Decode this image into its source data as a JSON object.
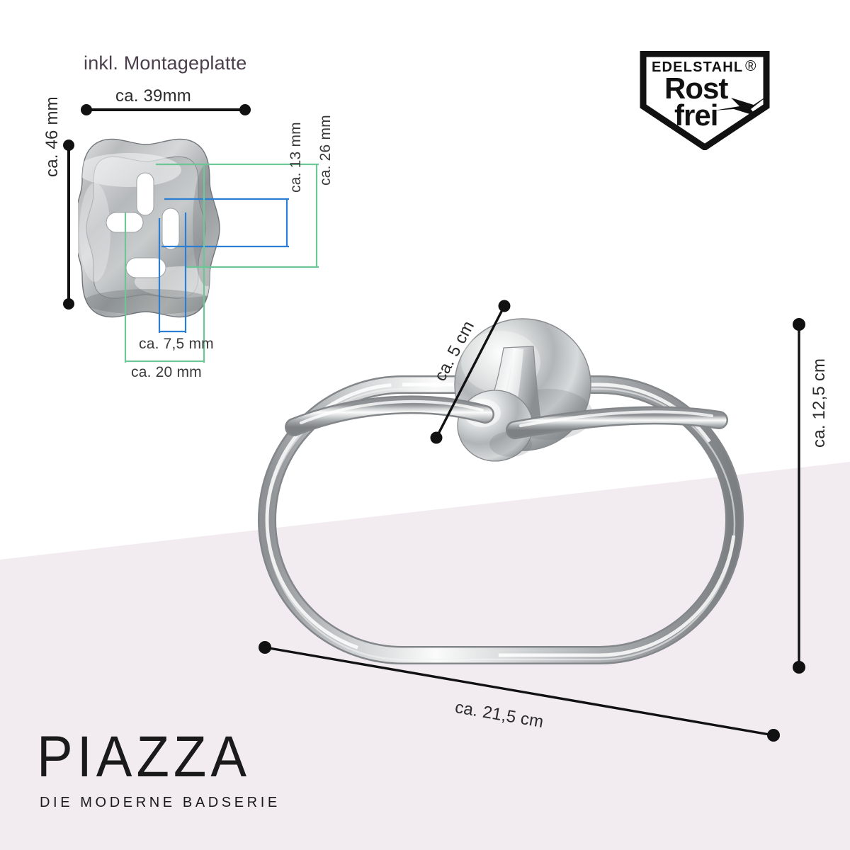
{
  "page": {
    "background_top": "#ffffff",
    "background_bottom": "#f2ecf1"
  },
  "mounting_plate": {
    "heading": "inkl. Montageplatte",
    "dim_width_label": "ca. 39mm",
    "dim_height_label": "ca. 46 mm",
    "dim_inner_height_green_label": "ca. 26 mm",
    "dim_inner_height_blue_label": "ca. 13 mm",
    "dim_inner_width_blue_label": "ca. 7,5 mm",
    "dim_inner_width_green_label": "ca. 20 mm",
    "green_color": "#6ec696",
    "blue_color": "#2a7fd4",
    "black_color": "#111111"
  },
  "product": {
    "name": "towel-ring",
    "dim_depth_label": "ca. 5 cm",
    "dim_height_label": "ca. 12,5 cm",
    "dim_width_label": "ca. 21,5 cm"
  },
  "logo": {
    "top_text": "EDELSTAHL",
    "registered_mark": "®",
    "line1": "Rost",
    "line2": "frei"
  },
  "brand": {
    "name": "PIAZZA",
    "tagline": "DIE MODERNE BADSERIE"
  }
}
